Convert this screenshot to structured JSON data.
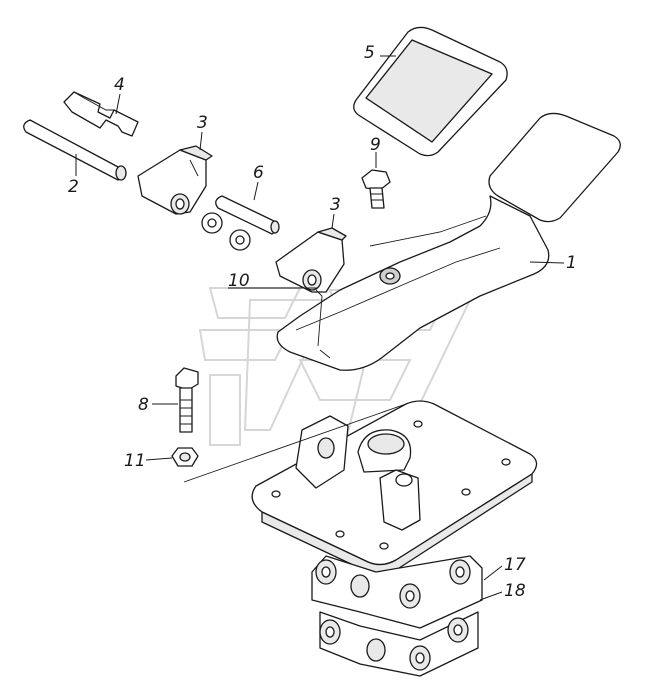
{
  "callouts": [
    {
      "id": "1",
      "label": "1"
    },
    {
      "id": "2",
      "label": "2"
    },
    {
      "id": "3a",
      "label": "3"
    },
    {
      "id": "3b",
      "label": "3"
    },
    {
      "id": "4",
      "label": "4"
    },
    {
      "id": "5",
      "label": "5"
    },
    {
      "id": "6",
      "label": "6"
    },
    {
      "id": "8",
      "label": "8"
    },
    {
      "id": "9",
      "label": "9"
    },
    {
      "id": "10",
      "label": "10"
    },
    {
      "id": "11",
      "label": "11"
    },
    {
      "id": "17",
      "label": "17"
    },
    {
      "id": "18",
      "label": "18"
    }
  ],
  "colors": {
    "line": "#1a1a1a",
    "watermark": "#d6d6d6",
    "background": "#ffffff"
  }
}
